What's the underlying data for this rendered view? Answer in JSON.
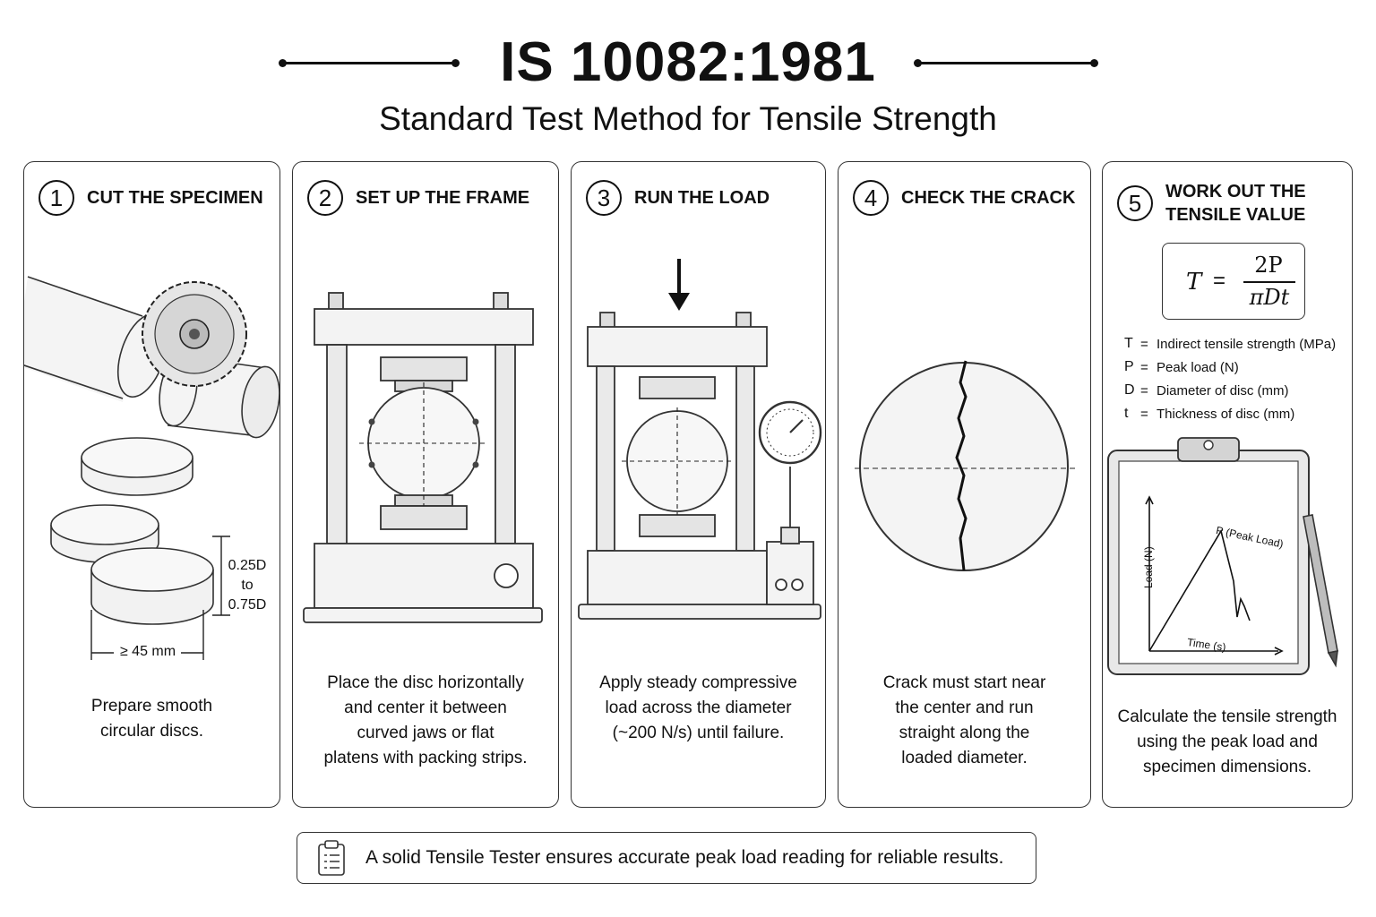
{
  "header": {
    "title": "IS 10082:1981",
    "subtitle": "Standard Test Method for Tensile Strength"
  },
  "steps": [
    {
      "number": "1",
      "title": "CUT THE SPECIMEN",
      "caption_lines": [
        "Prepare smooth",
        "circular discs."
      ]
    },
    {
      "number": "2",
      "title": "SET UP THE FRAME",
      "caption_lines": [
        "Place the disc horizontally",
        "and center it between",
        "curved jaws or flat",
        "platens with packing strips."
      ]
    },
    {
      "number": "3",
      "title": "RUN THE LOAD",
      "caption_lines": [
        "Apply steady compressive",
        "load across the diameter",
        "(~200 N/s) until failure."
      ]
    },
    {
      "number": "4",
      "title": "CHECK THE CRACK",
      "caption_lines": [
        "Crack must start near",
        "the center and run",
        "straight along the",
        "loaded diameter."
      ]
    },
    {
      "number": "5",
      "title_lines": [
        "WORK OUT THE",
        "TENSILE VALUE"
      ],
      "caption_lines": [
        "Calculate the tensile strength",
        "using the peak load and",
        "specimen dimensions."
      ]
    }
  ],
  "specimen": {
    "thickness_label_lines": [
      "0.25D",
      "to",
      "0.75D"
    ],
    "diameter_label": "≥ 45 mm"
  },
  "formula": {
    "lhs": "T",
    "equals": "=",
    "numerator": "2P",
    "denominator": "πDt",
    "legend": [
      {
        "symbol": "T",
        "eq": "=",
        "text": "Indirect tensile strength (MPa)"
      },
      {
        "symbol": "P",
        "eq": "=",
        "text": "Peak load (N)"
      },
      {
        "symbol": "D",
        "eq": "=",
        "text": "Diameter of disc (mm)"
      },
      {
        "symbol": "t",
        "eq": "=",
        "text": "Thickness of disc (mm)"
      }
    ]
  },
  "graph": {
    "y_label": "Load (N)",
    "x_label": "Time (s)",
    "peak_label": "P (Peak Load)"
  },
  "footer_note": "A solid Tensile Tester ensures accurate peak load reading for reliable results.",
  "icons": [
    "circular-saw-icon",
    "down-arrow-icon",
    "pressure-gauge-icon",
    "clipboard-icon",
    "pen-icon",
    "checklist-icon"
  ]
}
